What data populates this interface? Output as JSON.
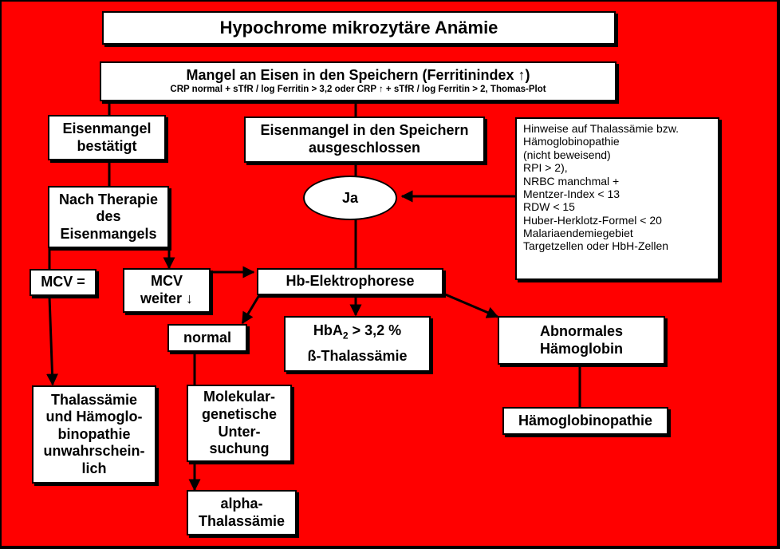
{
  "title": "Hypochrome mikrozytäre Anämie",
  "top": {
    "heading": "Mangel an Eisen in den Speichern (Ferritinindex ↑)",
    "sub": "CRP  normal + sTfR  / log Ferritin > 3,2 oder CRP ↑ + sTfR  / log Ferritin > 2, Thomas-Plot"
  },
  "confirmed": [
    "Eisenmangel",
    "bestätigt"
  ],
  "excluded": [
    "Eisenmangel in den Speichern",
    "ausgeschlossen"
  ],
  "hints": [
    "Hinweise auf Thalassämie bzw.",
    "Hämoglobinopathie",
    "(nicht beweisend)",
    "RPI > 2),",
    "NRBC manchmal  +",
    "Mentzer-Index    < 13",
    "RDW                      < 15",
    "Huber-Herklotz-Formel  < 20",
    "Malariaendemiegebiet",
    "Targetzellen  oder HbH-Zellen"
  ],
  "yes": "Ja",
  "therapy": [
    "Nach Therapie",
    "des",
    "Eisenmangels"
  ],
  "mcv_equal": "MCV =",
  "mcv_lower": [
    "MCV",
    "weiter ↓"
  ],
  "electrophoresis": "Hb-Elektrophorese",
  "normal": "normal",
  "hba2": {
    "prefix": "HbA",
    "sub": "2",
    "suffix": " > 3,2 %",
    "line2": "ß-Thalassämie"
  },
  "abnormal": [
    "Abnormales",
    "Hämoglobin"
  ],
  "hemoglobinopathy": "Hämoglobinopathie",
  "unlikely": [
    "Thalassämie",
    "und Hämoglo-",
    "binopathie",
    "unwahrschein-",
    "lich"
  ],
  "molecular": [
    "Molekular-",
    "genetische",
    "Unter-",
    "suchung"
  ],
  "alpha": [
    "alpha-",
    "Thalassämie"
  ],
  "colors": {
    "background": "#ff0000",
    "frame": "#000000",
    "box": "#ffffff",
    "line": "#000000"
  }
}
